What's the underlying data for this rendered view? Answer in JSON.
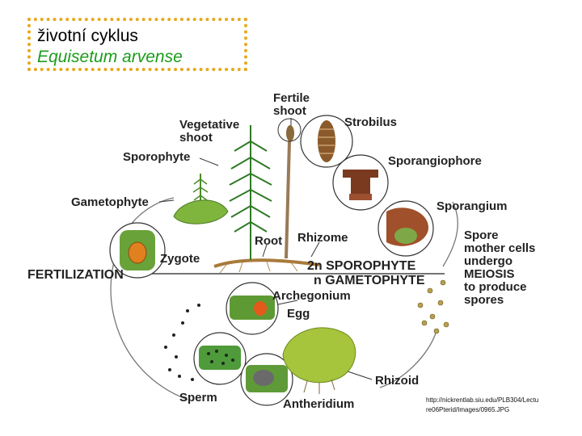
{
  "title": {
    "line1": "životní cyklus",
    "line2": "Equisetum arvense"
  },
  "labels": {
    "fertile_shoot": "Fertile\nshoot",
    "vegetative_shoot": "Vegetative\nshoot",
    "strobilus": "Strobilus",
    "sporophyte": "Sporophyte",
    "sporangiophore": "Sporangiophore",
    "gametophyte": "Gametophyte",
    "sporangium": "Sporangium",
    "root": "Root",
    "rhizome": "Rhizome",
    "zygote": "Zygote",
    "fertilization": "FERTILIZATION",
    "sporophyte_2n": "2n SPOROPHYTE",
    "gametophyte_n": "n GAMETOPHYTE",
    "meiosis": "Spore\nmother cells\nundergo\nMEIOSIS\nto produce\nspores",
    "archegonium": "Archegonium",
    "egg": "Egg",
    "rhizoid": "Rhizoid",
    "sperm": "Sperm",
    "antheridium": "Antheridium"
  },
  "source_url": "http://nickrentlab.siu.edu/PLB304/Lectu\nre06Pterid/Images/0965.JPG"
}
